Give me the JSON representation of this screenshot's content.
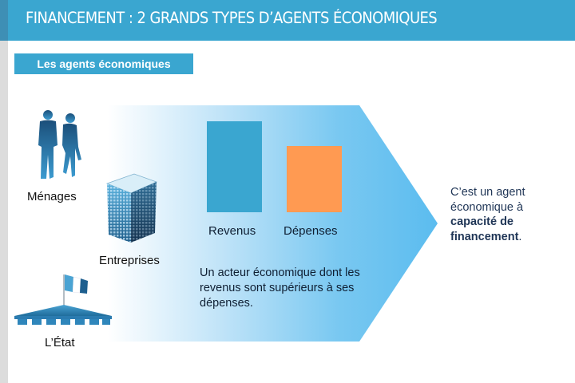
{
  "header": {
    "title": "FINANCEMENT : 2 GRANDS TYPES D’AGENTS ÉCONOMIQUES"
  },
  "section": {
    "tag_label": "Les agents économiques"
  },
  "agents": [
    {
      "label": "Ménages",
      "icon": "people-icon"
    },
    {
      "label": "Entreprises",
      "icon": "building-icon"
    },
    {
      "label": "L’État",
      "icon": "government-building-icon"
    }
  ],
  "chart_data": {
    "type": "bar",
    "title": "",
    "categories": [
      "Revenus",
      "Dépenses"
    ],
    "values": [
      114,
      83
    ],
    "colors": [
      "#3aa6d0",
      "#ff9a52"
    ],
    "xlabel": "",
    "ylabel": "",
    "note": "Relative heights only (no axis); Revenus > Dépenses"
  },
  "bars": {
    "revenus_label": "Revenus",
    "depenses_label": "Dépenses"
  },
  "description": "Un acteur économique dont les revenus sont supérieurs à ses dépenses.",
  "conclusion": {
    "prefix": "C’est un agent économique à ",
    "bold": "capacité de financement",
    "suffix": "."
  },
  "colors": {
    "title_bar": "#3aa6d0",
    "arrow_end": "#5bbcef",
    "revenus": "#3aa6d0",
    "depenses": "#ff9a52",
    "text_dark": "#1f3556"
  }
}
